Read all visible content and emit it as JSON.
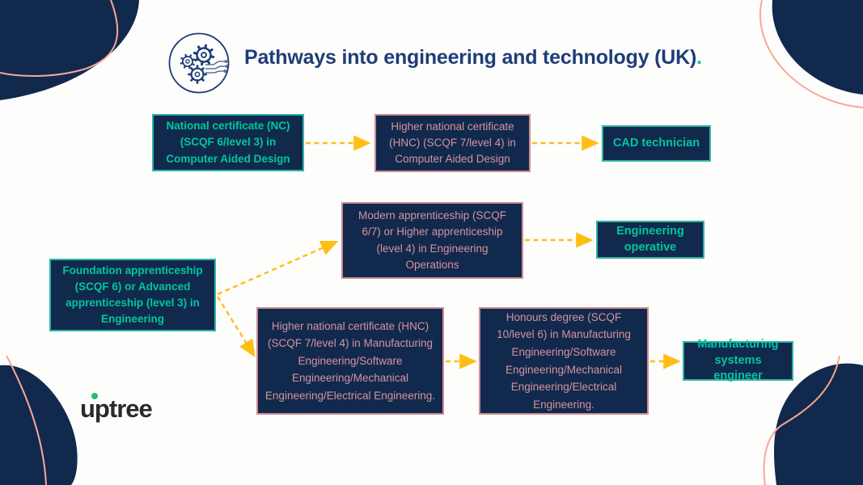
{
  "header": {
    "title": "Pathways into engineering and technology (UK)",
    "period": ".",
    "icon": "gears-circuit-icon"
  },
  "logo": {
    "text": "uptree"
  },
  "colors": {
    "navy": "#12294E",
    "title_navy": "#1F3D77",
    "teal_text": "#00C79C",
    "teal_border": "#2FB3A5",
    "pink_text": "#D4939B",
    "pink_border": "#CE8C94",
    "yellow": "#FFBE16",
    "salmon": "#F8A795",
    "logo_green": "#2ABB72"
  },
  "diagram": {
    "nodes": [
      {
        "id": "nc-cad",
        "style": "teal",
        "label": "National certificate (NC) (SCQF 6/level 3) in Computer Aided Design"
      },
      {
        "id": "hnc-cad",
        "style": "pink",
        "label": "Higher national certificate (HNC) (SCQF 7/level 4) in Computer Aided Design"
      },
      {
        "id": "cad-technician",
        "style": "teal",
        "label": "CAD technician"
      },
      {
        "id": "modern-apprenticeship",
        "style": "pink",
        "label": "Modern apprenticeship (SCQF 6/7) or Higher apprenticeship (level 4) in Engineering Operations"
      },
      {
        "id": "engineering-operative",
        "style": "teal",
        "label": "Engineering operative"
      },
      {
        "id": "foundation-apprenticeship",
        "style": "teal",
        "label": "Foundation apprenticeship (SCQF 6) or Advanced apprenticeship (level 3) in Engineering"
      },
      {
        "id": "hnc-manufacturing",
        "style": "pink",
        "label": "Higher national certificate (HNC) (SCQF 7/level 4) in Manufacturing Engineering/Software Engineering/Mechanical Engineering/Electrical Engineering."
      },
      {
        "id": "honours-degree",
        "style": "pink",
        "label": "Honours degree (SCQF 10/level 6) in Manufacturing Engineering/Software Engineering/Mechanical Engineering/Electrical Engineering."
      },
      {
        "id": "manufacturing-systems-engineer",
        "style": "teal",
        "label": "Manufacturing systems engineer"
      }
    ],
    "edges": [
      {
        "from": "nc-cad",
        "to": "hnc-cad"
      },
      {
        "from": "hnc-cad",
        "to": "cad-technician"
      },
      {
        "from": "foundation-apprenticeship",
        "to": "modern-apprenticeship"
      },
      {
        "from": "foundation-apprenticeship",
        "to": "hnc-manufacturing"
      },
      {
        "from": "modern-apprenticeship",
        "to": "engineering-operative"
      },
      {
        "from": "hnc-manufacturing",
        "to": "honours-degree"
      },
      {
        "from": "honours-degree",
        "to": "manufacturing-systems-engineer"
      }
    ]
  }
}
